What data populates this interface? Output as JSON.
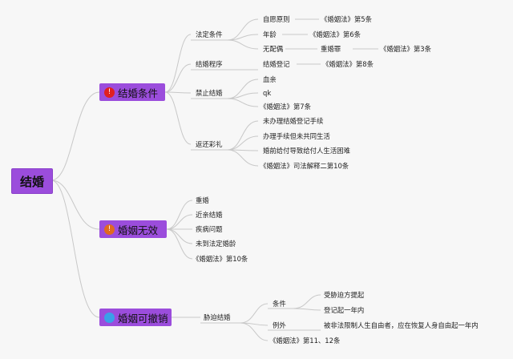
{
  "root": {
    "label": "结婚"
  },
  "branch1": {
    "label": "结婚条件",
    "icon": "exclamation-icon",
    "icon_color": "#e02020",
    "conditions": {
      "label": "法定条件",
      "items": [
        {
          "label": "自愿原则",
          "ref": "《婚姻法》第5条"
        },
        {
          "label": "年龄",
          "ref": "《婚姻法》第6条"
        },
        {
          "label": "无配偶",
          "mid": "重婚罪",
          "ref": "《婚姻法》第3条"
        }
      ]
    },
    "procedure": {
      "label": "结婚程序",
      "item": "结婚登记",
      "ref": "《婚姻法》第8条"
    },
    "prohibited": {
      "label": "禁止结婚",
      "items": [
        "血亲",
        "qk",
        "《婚姻法》第7条"
      ]
    },
    "gifts": {
      "label": "返还彩礼",
      "items": [
        "未办理结婚登记手续",
        "办理手续但未共同生活",
        "婚前给付导致给付人生活困难",
        "《婚姻法》司法解释二第10条"
      ]
    }
  },
  "branch2": {
    "label": "婚姻无效",
    "icon": "warning-icon",
    "icon_color": "#e06a20",
    "items": [
      "重婚",
      "近亲结婚",
      "疾病问题",
      "未到法定婚龄",
      "《婚姻法》第10条"
    ]
  },
  "branch3": {
    "label": "婚姻可撤销",
    "icon": "info-icon",
    "icon_color": "#3aa0e8",
    "coerced": {
      "label": "胁迫结婚",
      "condition": {
        "label": "条件",
        "items": [
          "受胁迫方提起",
          "登记起一年内"
        ]
      },
      "exception": {
        "label": "例外",
        "item": "被非法限制人生自由者，应在恢复人身自由起一年内"
      },
      "ref": "《婚姻法》第11、12条"
    }
  },
  "colors": {
    "node_fill": "#9b4ddc",
    "line": "#c9c9c9",
    "background": "#f7f7f7"
  }
}
